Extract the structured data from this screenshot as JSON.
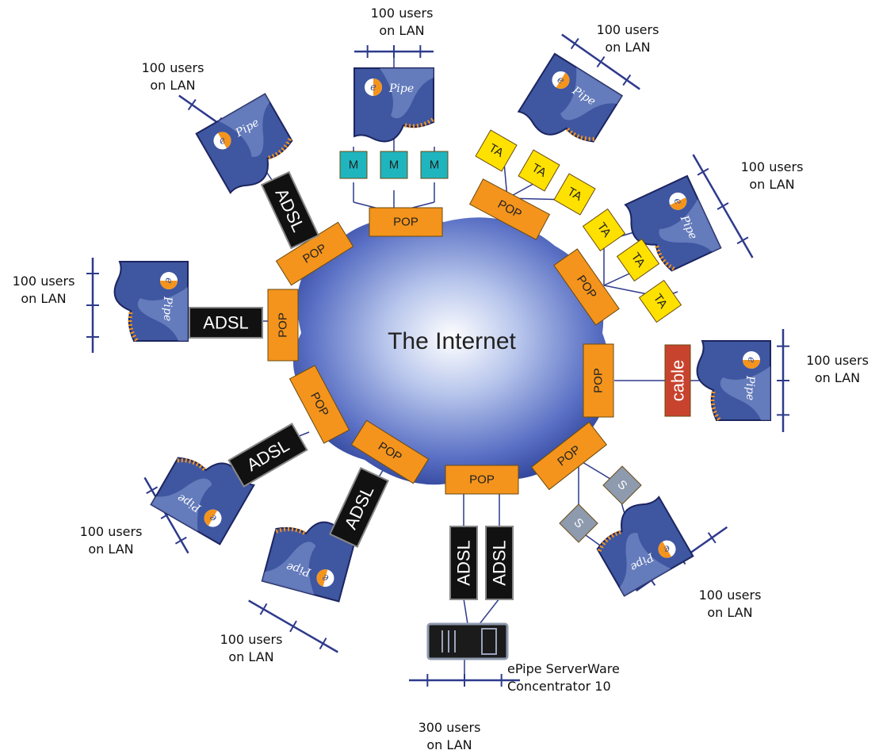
{
  "center_label": "The Internet",
  "node_labels": {
    "pop": "POP",
    "adsl": "ADSL",
    "cable": "cable",
    "modem": "M",
    "ta": "TA",
    "s": "S",
    "logo": "ePipe"
  },
  "lan_labels": {
    "top": "100 users\non LAN",
    "top_right": "100 users\non LAN",
    "top_left": "100 users\non LAN",
    "right_upper": "100 users\non LAN",
    "left": "100 users\non LAN",
    "right": "100 users\non LAN",
    "bottom_left_upper": "100 users\non LAN",
    "bottom_right": "100 users\non LAN",
    "bottom_left_lower": "100 users\non LAN",
    "bottom": "300 users\non LAN"
  },
  "concentrator_label": "ePipe ServerWare\nConcentrator 10",
  "colors": {
    "pop": "#F4941C",
    "adsl": "#111111",
    "cable": "#C8432E",
    "modem": "#1FB5BE",
    "ta": "#FFE100",
    "s": "#8E9AAE",
    "device": "#3F56A0",
    "line": "#2E3A8C",
    "cloud_center": "#ffffff",
    "cloud_edge": "#2A3F93"
  }
}
